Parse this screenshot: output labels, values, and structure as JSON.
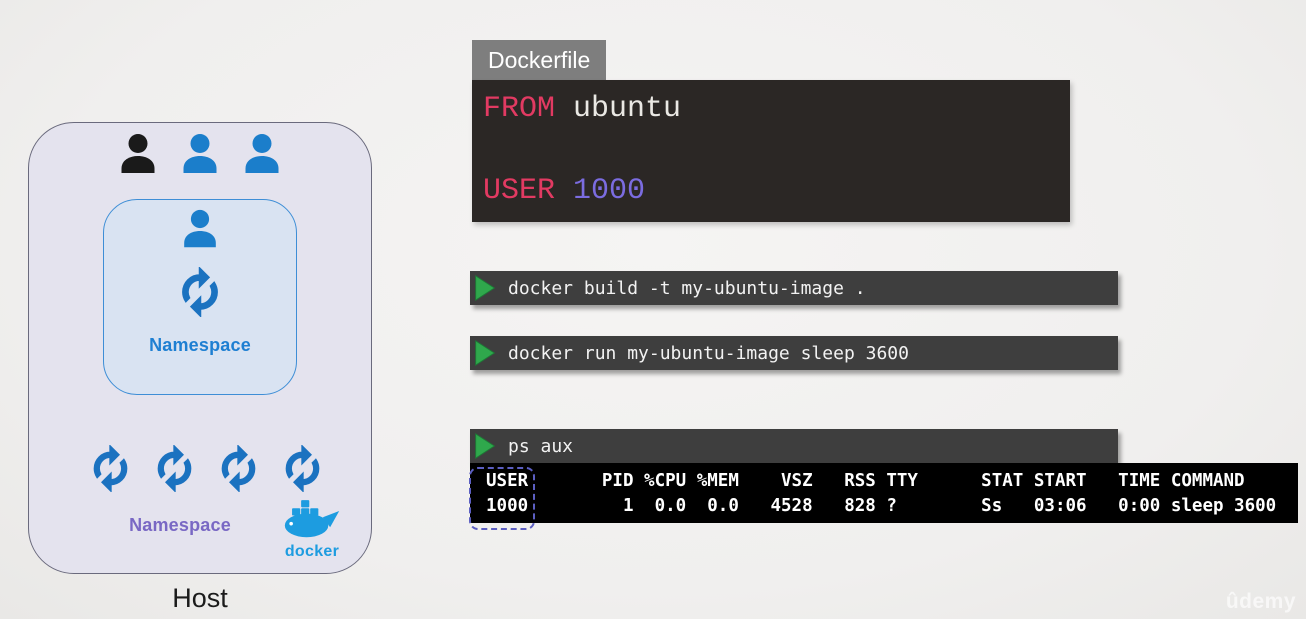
{
  "watermark": "ûdemy",
  "diagram": {
    "host_label": "Host",
    "inner_namespace_label": "Namespace",
    "outer_namespace_label": "Namespace",
    "docker_label": "docker",
    "top_users_count": 3,
    "bottom_sync_count": 4
  },
  "dockerfile": {
    "tab": "Dockerfile",
    "line1": {
      "keyword": "FROM",
      "arg": "ubuntu"
    },
    "line2": {
      "keyword": "USER",
      "arg": "1000"
    }
  },
  "commands": {
    "build": "docker build -t my-ubuntu-image .",
    "run": "docker run my-ubuntu-image sleep 3600",
    "ps": "ps aux"
  },
  "terminal": {
    "header_text": "USER       PID %CPU %MEM    VSZ   RSS TTY      STAT START   TIME COMMAND",
    "row_text": "1000         1  0.0  0.0   4528   828 ?        Ss   03:06   0:00 sleep 3600",
    "columns": [
      "USER",
      "PID",
      "%CPU",
      "%MEM",
      "VSZ",
      "RSS",
      "TTY",
      "STAT",
      "START",
      "TIME",
      "COMMAND"
    ],
    "process": {
      "user": "1000",
      "pid": "1",
      "cpu": "0.0",
      "mem": "0.0",
      "vsz": "4528",
      "rss": "828",
      "tty": "?",
      "stat": "Ss",
      "start": "03:06",
      "time": "0:00",
      "command": "sleep 3600"
    },
    "highlighted_column": "USER"
  },
  "colors": {
    "keyword_red": "#e23a62",
    "number_purple": "#7b6ce0",
    "code_text": "#eae8e4",
    "code_bg": "#2b2725",
    "bar_bg": "#3e3e3e",
    "play_green": "#2fa84c",
    "terminal_bg": "#000000",
    "highlight_dash": "#5c5fc2",
    "person_blue": "#1b7ecb",
    "person_black": "#1a1a1a",
    "sync_blue": "#1b72c0",
    "namespace_label_blue": "#1e7fd2",
    "namespace_label_purple": "#7968c4",
    "docker_blue": "#1d9ce0",
    "host_box_bg": "#e4e3ee",
    "host_box_border": "#6a6a7d",
    "namespace_box_bg": "#d9e3f2",
    "namespace_box_border": "#3e8ed6",
    "tab_bg": "#7e7e7e"
  }
}
